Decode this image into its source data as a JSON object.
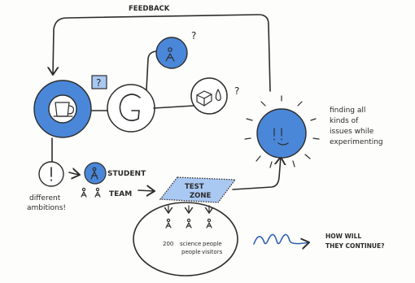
{
  "labels": {
    "feedback": "FEEDBACK",
    "question_top": "?",
    "question_cup": "?",
    "question_square": "?",
    "student": "STUDENT",
    "team": "TEAM",
    "test_zone_line1": "TEST",
    "test_zone_line2": "ZONE",
    "different_1": "different",
    "different_2": "ambitions!",
    "finding_1": "finding all",
    "finding_2": "kinds of",
    "finding_3": "issues while",
    "finding_4": "experimenting",
    "group_1a": "200",
    "group_2a": "science",
    "group_2b": "people",
    "group_3a": "people",
    "group_3b": "visitors",
    "how_1": "HOW WILL",
    "how_2": "THEY CONTINUE?"
  },
  "icons": {
    "cup": "coffee-cup-icon",
    "g_shape": "g-process-icon",
    "person": "person-icon",
    "box": "box-icon",
    "drop": "drop-icon",
    "exclamation": "exclamation-icon",
    "spring": "spring-coil-icon"
  },
  "colors": {
    "accent_blue": "#4a87d8",
    "light_blue": "#a9c8f2",
    "ink": "#2d2d2d",
    "paper": "#fdfdfb"
  }
}
